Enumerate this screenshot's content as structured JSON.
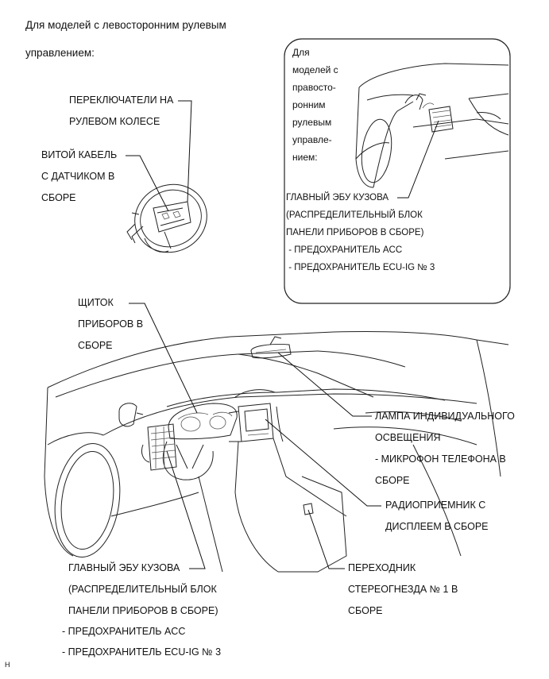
{
  "header": {
    "line1": "Для моделей с левосторонним рулевым",
    "line2": "управлением:"
  },
  "inset": {
    "title_lines": [
      "Для",
      "моделей с",
      "правосто-",
      "ронним",
      "рулевым",
      "управле-",
      "нием:"
    ],
    "ecu_lines": [
      "ГЛАВНЫЙ ЭБУ КУЗОВА",
      "(РАСПРЕДЕЛИТЕЛЬНЫЙ БЛОК",
      "ПАНЕЛИ ПРИБОРОВ В СБОРЕ)",
      " - ПРЕДОХРАНИТЕЛЬ ACC",
      " - ПРЕДОХРАНИТЕЛЬ ECU-IG № 3"
    ]
  },
  "labels": {
    "steering_switches": [
      "ПЕРЕКЛЮЧАТЕЛИ НА",
      "РУЛЕВОМ КОЛЕСЕ"
    ],
    "spiral_cable": [
      "ВИТОЙ КАБЕЛЬ",
      "С ДАТЧИКОМ В",
      "СБОРЕ"
    ],
    "combination_meter": [
      "ЩИТОК",
      "ПРИБОРОВ В",
      "СБОРЕ"
    ],
    "map_lamp": [
      "ЛАМПА ИНДИВИДУАЛЬНОГО",
      "ОСВЕЩЕНИЯ",
      "- МИКРОФОН ТЕЛЕФОНА В",
      "СБОРЕ"
    ],
    "radio_receiver": [
      "РАДИОПРИЕМНИК С",
      "ДИСПЛЕЕМ В СБОРЕ"
    ],
    "main_body_ecu": [
      "ГЛАВНЫЙ ЭБУ КУЗОВА",
      "(РАСПРЕДЕЛИТЕЛЬНЫЙ БЛОК",
      "ПАНЕЛИ ПРИБОРОВ В СБОРЕ)",
      "- ПРЕДОХРАНИТЕЛЬ ACC",
      "- ПРЕДОХРАНИТЕЛЬ ECU-IG № 3"
    ],
    "stereo_jack": [
      "ПЕРЕХОДНИК",
      "СТЕРЕОГНЕЗДА № 1 В",
      "СБОРЕ"
    ]
  },
  "footer": {
    "code": "H"
  }
}
